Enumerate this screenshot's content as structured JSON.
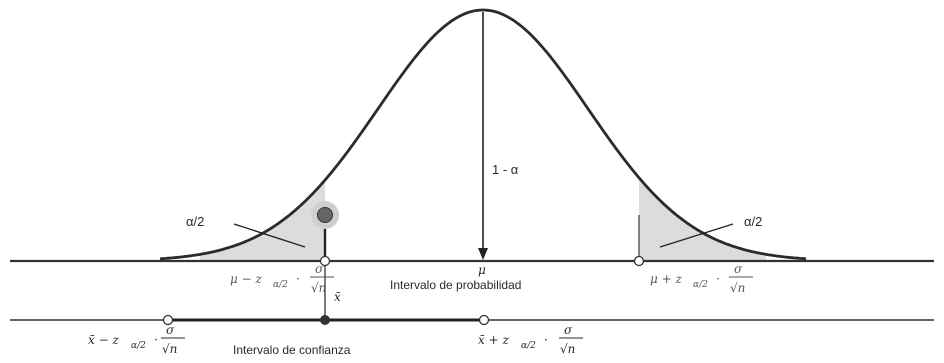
{
  "labels": {
    "one_minus_alpha": "1 - α",
    "alpha_half_left": "α/2",
    "alpha_half_right": "α/2",
    "mu": "μ",
    "xbar": "x̄",
    "probability_interval": "Intervalo de probabilidad",
    "confidence_interval": "Intervalo de confianza"
  },
  "formulas": {
    "mu_minus": {
      "prefix": "μ − z",
      "sub": "α/2",
      "dot": "·",
      "num": "σ",
      "den": "√n"
    },
    "mu_plus": {
      "prefix": "μ + z",
      "sub": "α/2",
      "dot": "·",
      "num": "σ",
      "den": "√n"
    },
    "xbar_minus": {
      "prefix": "x̄ − z",
      "sub": "α/2",
      "dot": "·",
      "num": "σ",
      "den": "√n"
    },
    "xbar_plus": {
      "prefix": "x̄ + z",
      "sub": "α/2",
      "dot": "·",
      "num": "σ",
      "den": "√n"
    }
  },
  "colors": {
    "curve": "#2b2b2b",
    "axis": "#333333",
    "tail_fill": "#dcdcdc",
    "sample_point": "#666666",
    "sample_halo": "#cfcfcf",
    "text_light": "#555555"
  }
}
